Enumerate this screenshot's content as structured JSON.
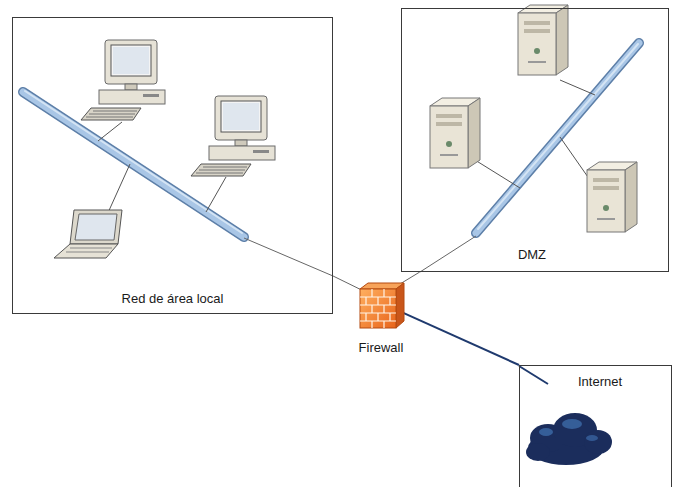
{
  "diagram": {
    "nodes": [
      {
        "text": [
          "Red de área local"
        ]
      },
      {
        "text": [
          "DMZ"
        ]
      },
      {
        "text": [
          "Firewall"
        ]
      },
      {
        "text": [
          "Internet"
        ]
      }
    ],
    "edges": [
      {
        "from": 0,
        "to": 2,
        "arrow": "none"
      },
      {
        "from": 1,
        "to": 2,
        "arrow": "none"
      },
      {
        "from": 2,
        "to": 3,
        "arrow": "none"
      }
    ]
  }
}
